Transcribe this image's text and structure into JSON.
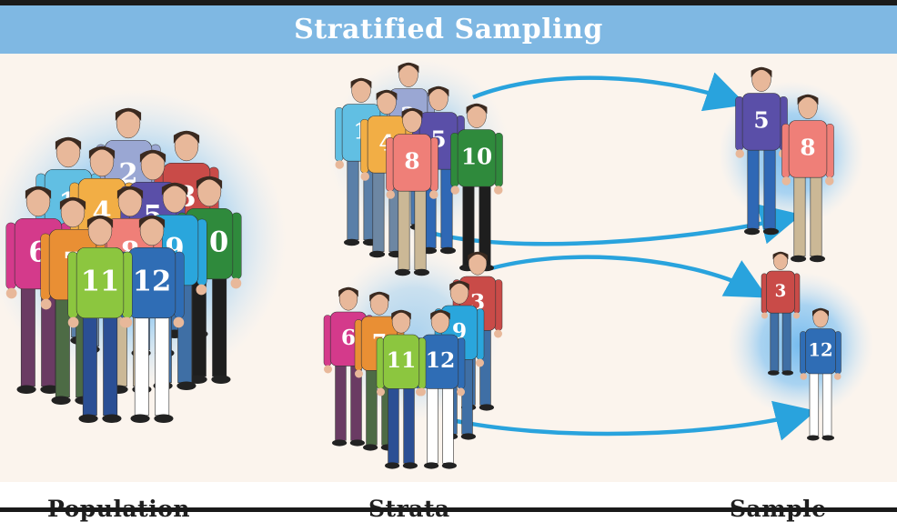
{
  "title": "Stratified Sampling",
  "labels": {
    "population": "Population",
    "strata": "Strata",
    "sample": "Sample"
  },
  "colors": {
    "title_bar": "#7fb8e3",
    "arrow": "#29a3dd",
    "glow": "#6eb8ee",
    "background": "#fbf4ed"
  },
  "people": [
    {
      "number": "1",
      "shirt": "#61bfe3",
      "pants": "#5a7fa8"
    },
    {
      "number": "2",
      "shirt": "#9aa7d3",
      "pants": "#4a78b0"
    },
    {
      "number": "3",
      "shirt": "#c94b48",
      "pants": "#3f6fa5"
    },
    {
      "number": "4",
      "shirt": "#f2ae45",
      "pants": "#6d87a3"
    },
    {
      "number": "5",
      "shirt": "#5a4fa8",
      "pants": "#2f68b5"
    },
    {
      "number": "6",
      "shirt": "#d43a8b",
      "pants": "#6a3b63"
    },
    {
      "number": "7",
      "shirt": "#e98f34",
      "pants": "#4d6b45"
    },
    {
      "number": "8",
      "shirt": "#ef7f78",
      "pants": "#cbb896"
    },
    {
      "number": "9",
      "shirt": "#2aa6dc",
      "pants": "#3f6fa5"
    },
    {
      "number": "10",
      "shirt": "#2f8a3c",
      "pants": "#1e1e1e"
    },
    {
      "number": "11",
      "shirt": "#8cc63f",
      "pants": "#2b4f94"
    },
    {
      "number": "12",
      "shirt": "#2f6db5",
      "pants": "#ffffff"
    }
  ]
}
